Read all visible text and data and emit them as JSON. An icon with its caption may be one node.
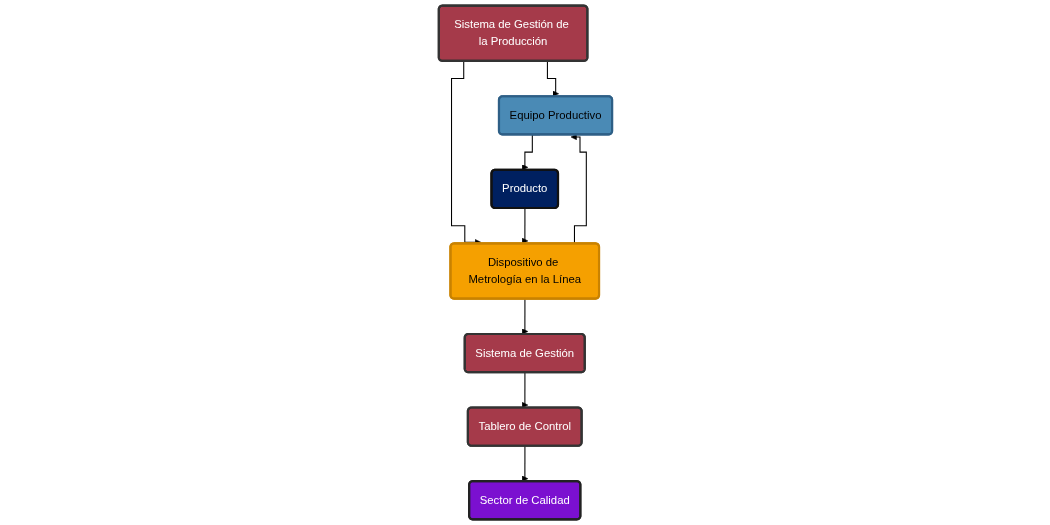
{
  "diagram": {
    "nodes": [
      {
        "text": [
          "Sistema de Gestión de la Producción"
        ]
      },
      {
        "text": [
          "Sistema de Gestión"
        ]
      },
      {
        "text": [
          "Equipo Productivo"
        ]
      },
      {
        "text": [
          "Dispositivo de Metrología en la Línea"
        ]
      },
      {
        "text": [
          "Tablero de Control"
        ]
      },
      {
        "text": [
          "Sector de Calidad"
        ]
      },
      {
        "text": [
          "Producto"
        ]
      }
    ],
    "edges": [
      {
        "from": 0,
        "to": 2,
        "arrow": "to"
      },
      {
        "from": 0,
        "to": 3,
        "arrow": "to"
      },
      {
        "from": 3,
        "to": 2,
        "arrow": "to"
      },
      {
        "from": 3,
        "to": 1,
        "arrow": "to"
      },
      {
        "from": 1,
        "to": 4,
        "arrow": "to"
      },
      {
        "from": 4,
        "to": 5,
        "arrow": "to"
      },
      {
        "from": 2,
        "to": 6,
        "arrow": "to"
      },
      {
        "from": 6,
        "to": 3,
        "arrow": "to"
      }
    ]
  }
}
